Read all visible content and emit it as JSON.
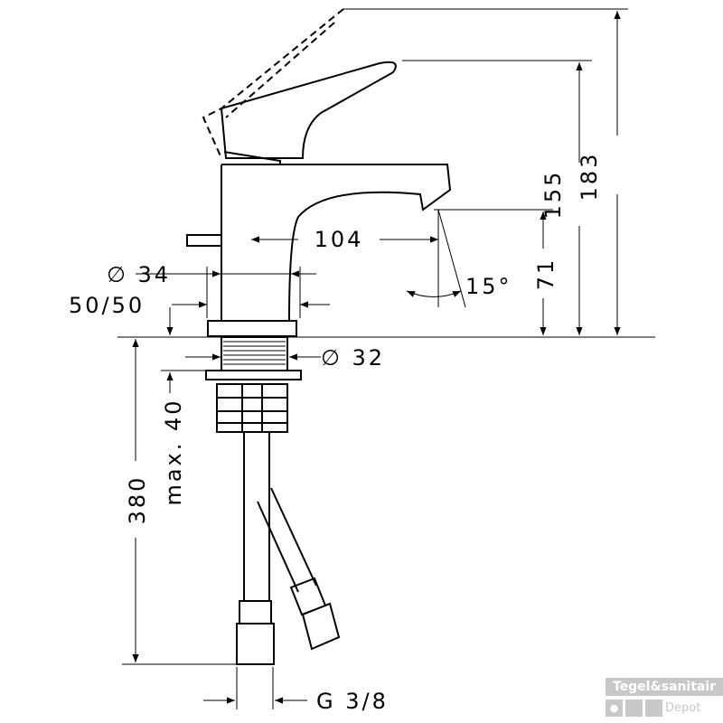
{
  "dimensions": {
    "d183": "183",
    "d155": "155",
    "d71": "71",
    "d104": "104",
    "d15": "15°",
    "dia34": "∅ 34",
    "d5050": "50/50",
    "dia32": "∅ 32",
    "max40": "max. 40",
    "d380": "380",
    "g38": "G 3/8"
  },
  "logo": {
    "line1": "Tegel&sanitair",
    "line2": "Depot",
    "drop": "💧"
  }
}
